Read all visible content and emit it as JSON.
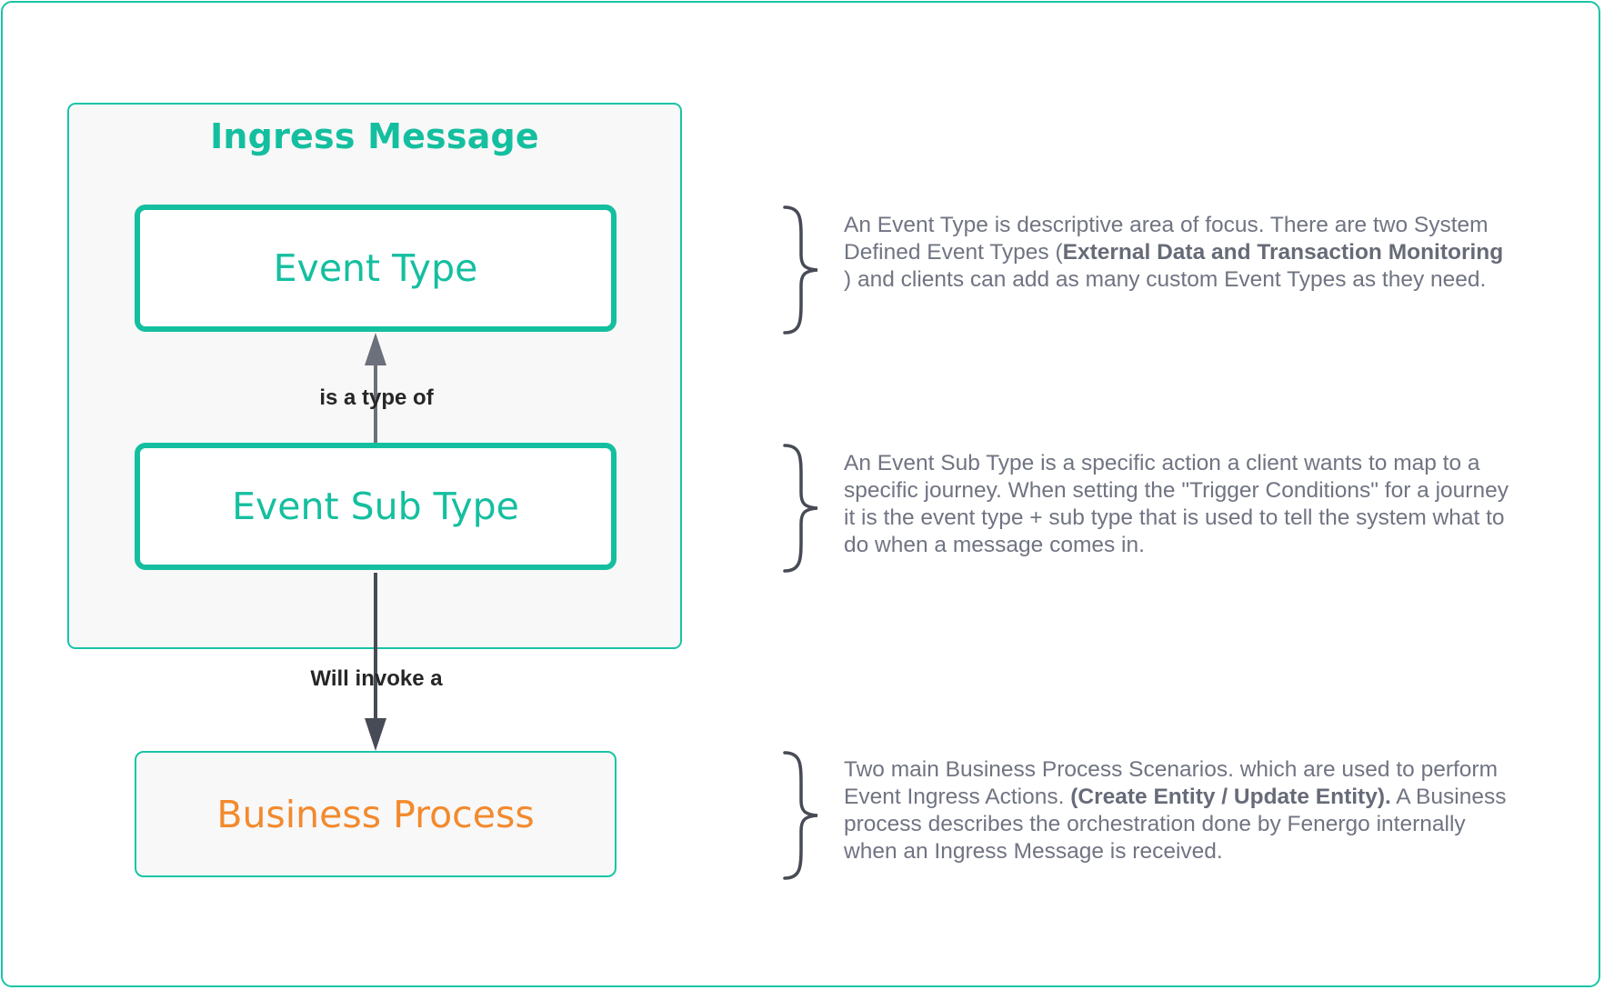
{
  "group": {
    "title": "Ingress Message"
  },
  "nodes": {
    "event_type": "Event Type",
    "event_sub_type": "Event Sub Type",
    "business_process": "Business Process"
  },
  "edges": {
    "is_a_type_of": "is a type of",
    "will_invoke": "Will invoke a"
  },
  "descriptions": {
    "event_type": {
      "part1": "An Event Type is descriptive area of focus. There are two System Defined Event Types (",
      "bold": "External Data and Transaction Monitoring",
      "part2": " ) and clients can add as many custom Event Types as they need."
    },
    "event_sub_type": {
      "text": "An Event Sub Type is a specific action a client wants to map to a specific journey. When setting the \"Trigger Conditions\" for a journey it is the event type + sub type that is used to tell the system what to do when a message comes in."
    },
    "business_process": {
      "part1": "Two main Business Process Scenarios. which are used to perform Event Ingress Actions. ",
      "bold": "(Create Entity / Update Entity).",
      "part2": " A Business process describes the orchestration done by Fenergo internally when an Ingress Message is received."
    }
  },
  "colors": {
    "teal": "#14bf9f",
    "orange": "#f28a2e",
    "arrow_light": "#6b707a",
    "arrow_dark": "#474b55",
    "text_gray": "#707482"
  }
}
